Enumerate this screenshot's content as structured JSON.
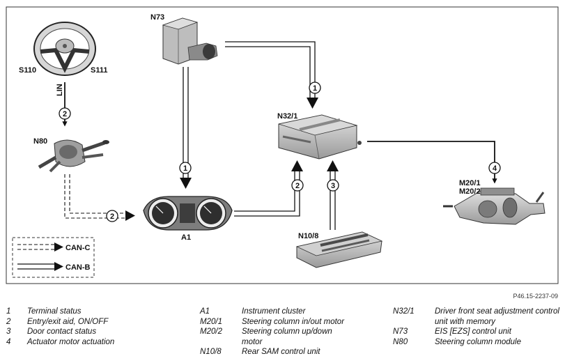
{
  "components": {
    "n73": "N73",
    "s110": "S110",
    "s111": "S111",
    "n80": "N80",
    "n32_1": "N32/1",
    "a1": "A1",
    "n10_8": "N10/8",
    "m20": [
      "M20/1",
      "M20/2"
    ]
  },
  "bus_labels": {
    "lin": "LIN"
  },
  "connection_numbers": {
    "n73_to_n32": "1",
    "n73_to_a1": "1",
    "lin_link": "2",
    "n80_to_a1": "2",
    "a1_to_n32": "2",
    "n10_to_n32": "3",
    "n32_to_m20": "4"
  },
  "legend_box": {
    "can_c": "CAN-C",
    "can_b": "CAN-B"
  },
  "figure_ref": "P46.15-2237-09",
  "legend": {
    "signals": [
      {
        "key": "1",
        "text": "Terminal status"
      },
      {
        "key": "2",
        "text": "Entry/exit aid, ON/OFF"
      },
      {
        "key": "3",
        "text": "Door contact status"
      },
      {
        "key": "4",
        "text": "Actuator motor actuation"
      }
    ],
    "units_a": [
      {
        "key": "A1",
        "text": "Instrument cluster"
      },
      {
        "key": "M20/1",
        "text": "Steering column in/out motor"
      },
      {
        "key": "M20/2",
        "text": "Steering column up/down motor"
      },
      {
        "key": "N10/8",
        "text": "Rear SAM control unit"
      }
    ],
    "units_b": [
      {
        "key": "N32/1",
        "text": "Driver front seat adjustment control unit with memory"
      },
      {
        "key": "N73",
        "text": "EIS [EZS] control unit"
      },
      {
        "key": "N80",
        "text": "Steering column module"
      }
    ]
  },
  "colors": {
    "line": "#111111",
    "component_fill": "#c9c9c9",
    "component_dark": "#6f6f6f"
  }
}
